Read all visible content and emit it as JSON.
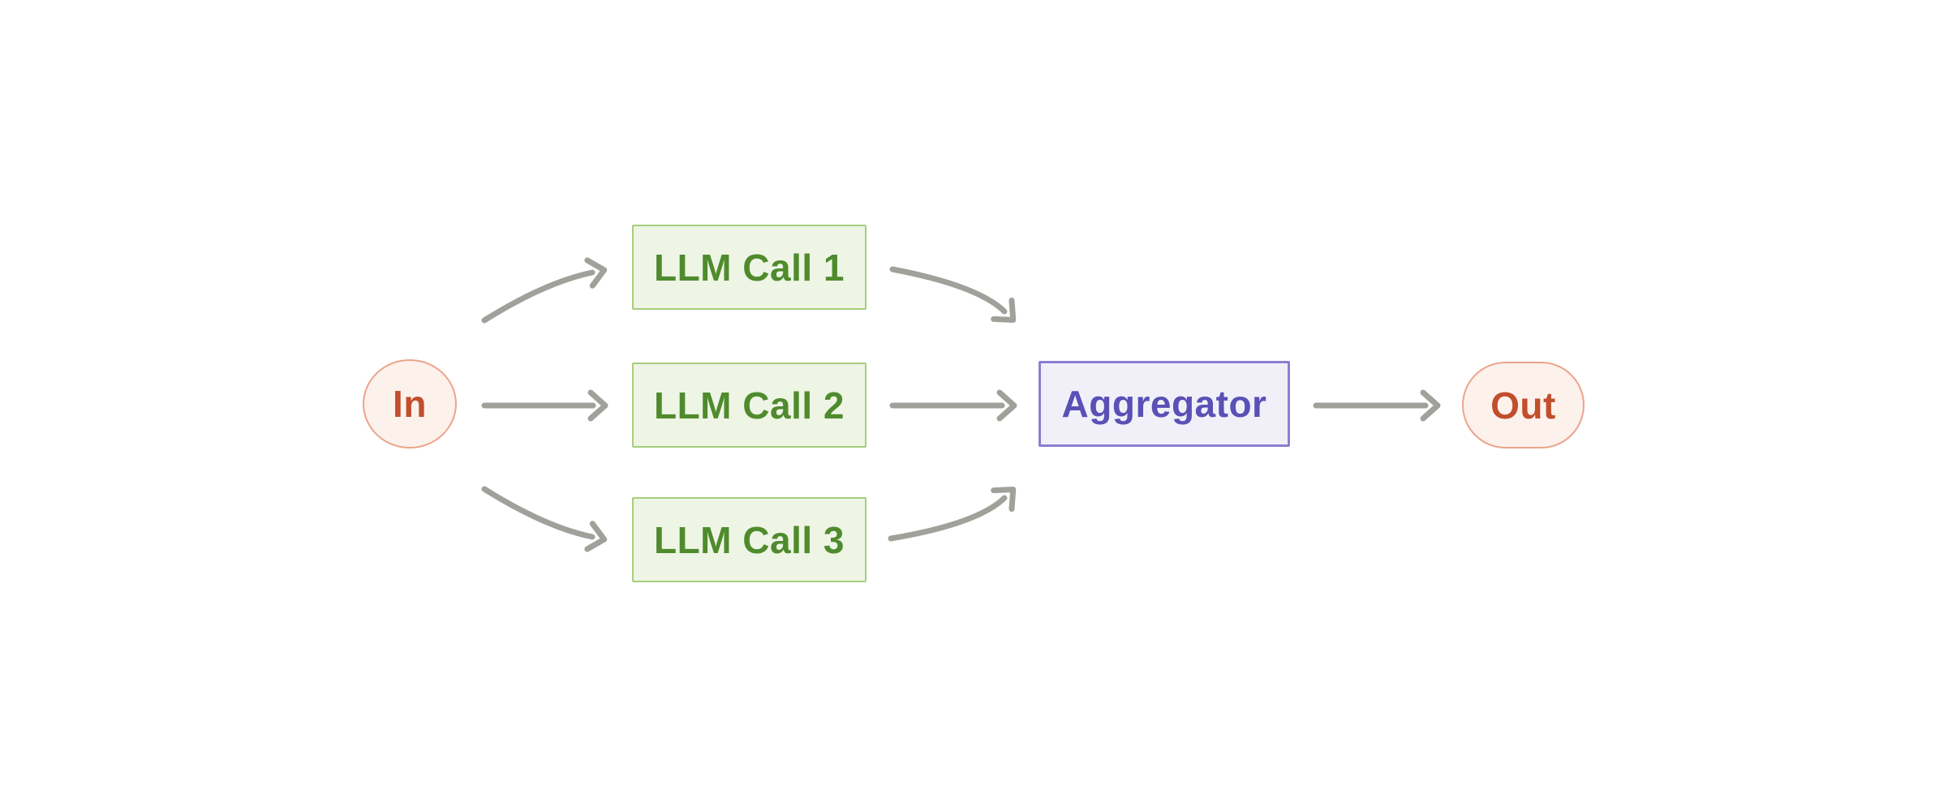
{
  "diagram": {
    "type": "workflow-parallelization",
    "nodes": {
      "in": {
        "label": "In"
      },
      "llm1": {
        "label": "LLM Call 1"
      },
      "llm2": {
        "label": "LLM Call 2"
      },
      "llm3": {
        "label": "LLM Call 3"
      },
      "aggregator": {
        "label": "Aggregator"
      },
      "out": {
        "label": "Out"
      }
    },
    "edges": [
      {
        "from": "In",
        "to": "LLM Call 1"
      },
      {
        "from": "In",
        "to": "LLM Call 2"
      },
      {
        "from": "In",
        "to": "LLM Call 3"
      },
      {
        "from": "LLM Call 1",
        "to": "Aggregator"
      },
      {
        "from": "LLM Call 2",
        "to": "Aggregator"
      },
      {
        "from": "LLM Call 3",
        "to": "Aggregator"
      },
      {
        "from": "Aggregator",
        "to": "Out"
      }
    ],
    "colors": {
      "background": "#ffffff",
      "terminal_fill": "#fdf1ec",
      "terminal_border": "#eca48b",
      "terminal_text": "#c14e2c",
      "llm_fill": "#eef5e5",
      "llm_border": "#a7ce7d",
      "llm_text": "#4f8b2d",
      "aggregator_fill": "#f1f0f9",
      "aggregator_border": "#897fd1",
      "aggregator_text": "#5a50b5",
      "arrow": "#a1a19b"
    }
  }
}
